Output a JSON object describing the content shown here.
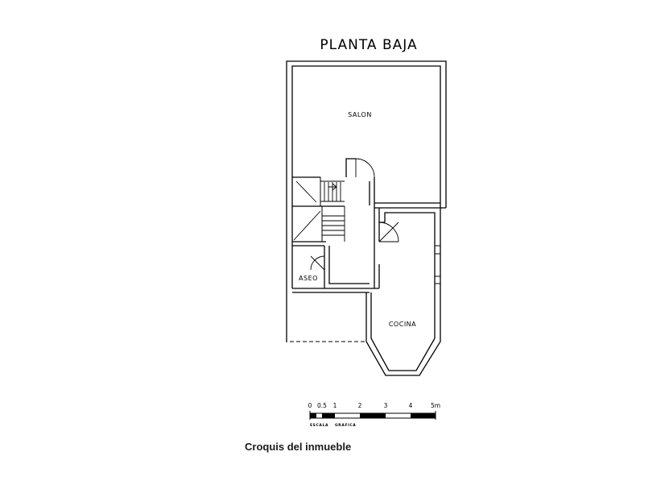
{
  "plan": {
    "title": "PLANTA BAJA",
    "rooms": {
      "salon": "SALON",
      "aseo": "ASEO",
      "cocina": "COCINA"
    }
  },
  "scale_bar": {
    "ticks": [
      "0",
      "0.5",
      "1",
      "2",
      "3",
      "4",
      "5m"
    ],
    "label_left": "ESCALA",
    "label_right": "GRAFICA"
  },
  "caption": "Croquis del inmueble"
}
